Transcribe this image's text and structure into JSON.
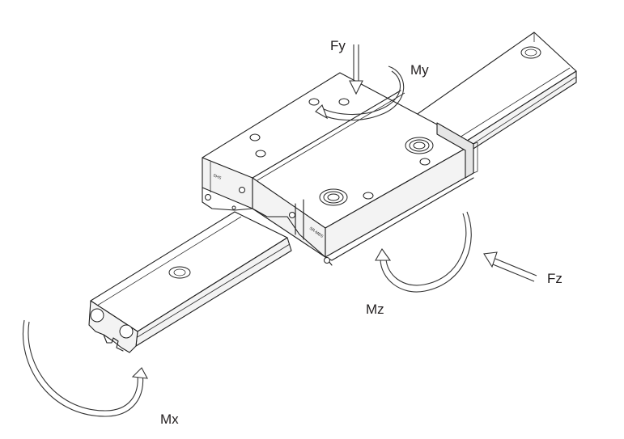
{
  "labels": {
    "fy": "Fy",
    "my": "My",
    "fz": "Fz",
    "mz": "Mz",
    "mx": "Mx"
  },
  "markings": {
    "block_end_left": "SHS",
    "block_end_right": "SR-MBS"
  },
  "colors": {
    "line": "#1f1f1f",
    "text": "#231f20",
    "background": "#ffffff"
  }
}
